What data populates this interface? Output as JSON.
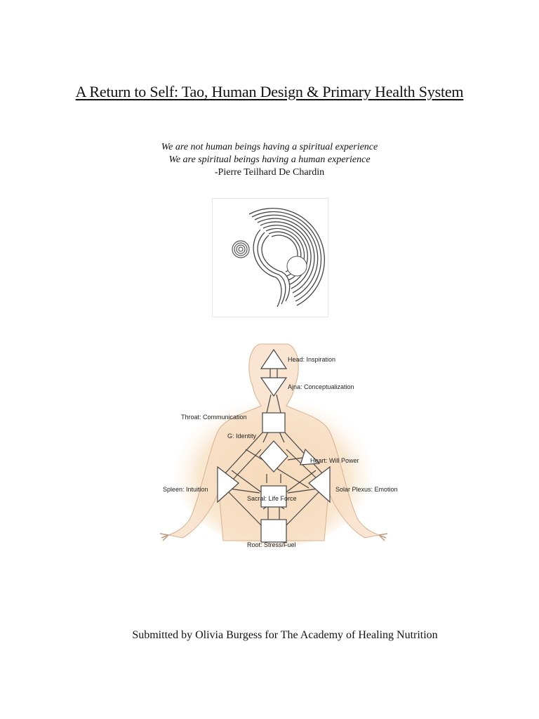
{
  "document": {
    "title": "A Return to Self: Tao, Human Design & Primary Health System",
    "quote_lines": [
      "We are not human beings having a spiritual experience",
      "We are spiritual beings having a human experience"
    ],
    "quote_attribution": "-Pierre Teilhard De Chardin",
    "footer": "Submitted by Olivia Burgess for The Academy of Healing Nutrition"
  },
  "figures": {
    "tao_symbol": {
      "icon": "yin-yang-icon"
    },
    "bodygraph": {
      "icon": "human-design-bodygraph",
      "colors": {
        "aura": "#f6dfbf",
        "center_fill": "#ffffff",
        "lines": "#444444"
      },
      "centers": [
        {
          "key": "head",
          "label": "Head: Inspiration"
        },
        {
          "key": "ajna",
          "label": "Ajna: Conceptualization"
        },
        {
          "key": "throat",
          "label": "Throat: Communication"
        },
        {
          "key": "g",
          "label": "G: Identity"
        },
        {
          "key": "heart",
          "label": "Heart: Will Power"
        },
        {
          "key": "spleen",
          "label": "Spleen: Intuition"
        },
        {
          "key": "solar_plexus",
          "label": "Solar Plexus: Emotion"
        },
        {
          "key": "sacral",
          "label": "Sacral: Life Force"
        },
        {
          "key": "root",
          "label": "Root: Stress/Fuel"
        }
      ]
    }
  }
}
